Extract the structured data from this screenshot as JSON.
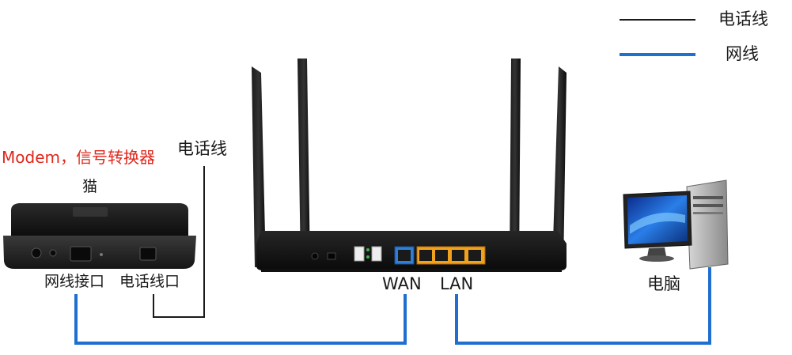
{
  "legend": {
    "phone_line": "电话线",
    "network_cable": "网线"
  },
  "modem": {
    "caption": "Modem，信号转换器",
    "name": "猫",
    "network_port_label": "网线接口",
    "phone_port_label": "电话线口"
  },
  "phone_line_label": "电话线",
  "router": {
    "wan_label": "WAN",
    "lan_label": "LAN"
  },
  "computer": {
    "label": "电脑"
  },
  "colors": {
    "phone_line": "#1a1a1a",
    "network_cable": "#1f6fd1",
    "caption_red": "#e0261b"
  }
}
